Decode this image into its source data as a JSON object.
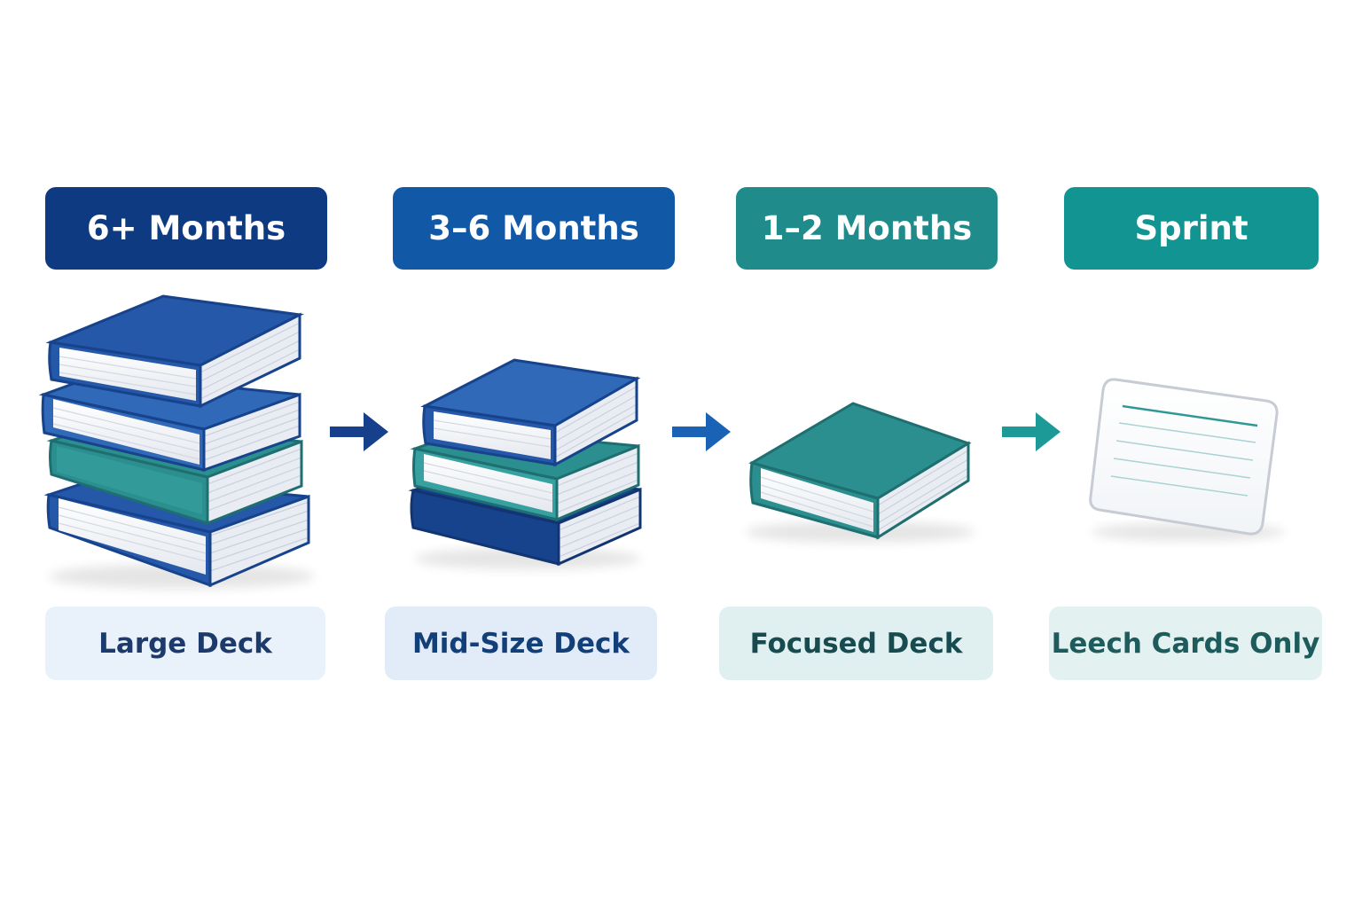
{
  "stages": [
    {
      "header": "6+ Months",
      "label": "Large Deck"
    },
    {
      "header": "3–6 Months",
      "label": "Mid-Size Deck"
    },
    {
      "header": "1–2 Months",
      "label": "Focused Deck"
    },
    {
      "header": "Sprint",
      "label": "Leech Cards Only"
    }
  ],
  "colors": {
    "header_1": "#0d3a80",
    "header_2": "#1158a6",
    "header_3": "#1f8b8b",
    "header_4": "#129493",
    "label_1_bg": "#e9f2fa",
    "label_2_bg": "#e1ecf8",
    "label_3_bg": "#e0efef",
    "label_4_bg": "#e3f1f0",
    "label_1_text": "#1c3a6c",
    "label_2_text": "#123f78",
    "label_3_text": "#174b4f",
    "label_4_text": "#1d5b5c",
    "book_blue_dark": "#17428c",
    "book_blue": "#2558a8",
    "book_blue_light": "#2f69b8",
    "book_teal": "#2c8f8f",
    "book_teal_light": "#36a1a0",
    "arrow_1": "#163f8c",
    "arrow_2": "#1a62b5",
    "arrow_3": "#1c9a98"
  },
  "icons": [
    "book-stack-large-icon",
    "book-stack-medium-icon",
    "single-book-icon",
    "index-card-icon"
  ]
}
